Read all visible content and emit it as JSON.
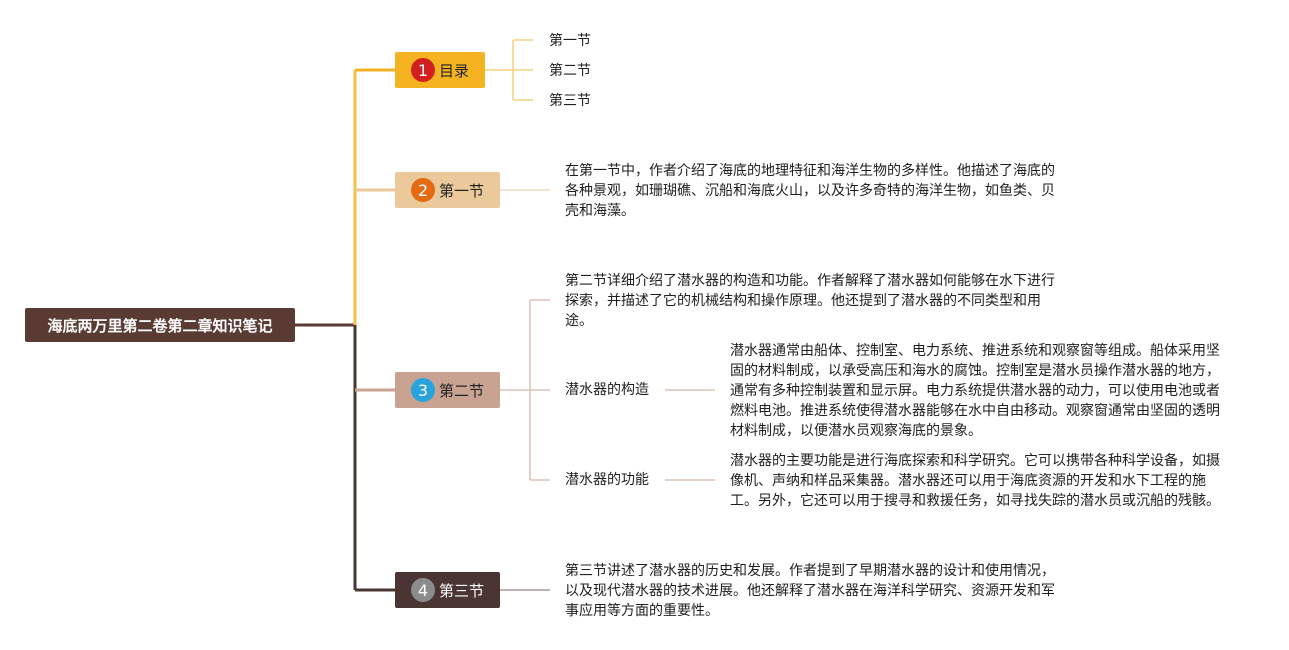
{
  "root": {
    "title": "海底两万里第二卷第二章知识笔记"
  },
  "branches": [
    {
      "badge": "1",
      "label": "目录",
      "color": "#f6b321",
      "children": [
        "第一节",
        "第二节",
        "第三节"
      ]
    },
    {
      "badge": "2",
      "label": "第一节",
      "color": "#ecc99a",
      "text": "在第一节中，作者介绍了海底的地理特征和海洋生物的多样性。他描述了海底的各种景观，如珊瑚礁、沉船和海底火山，以及许多奇特的海洋生物，如鱼类、贝壳和海藻。"
    },
    {
      "badge": "3",
      "label": "第二节",
      "color": "#c9a392",
      "text": "第二节详细介绍了潜水器的构造和功能。作者解释了潜水器如何能够在水下进行探索，并描述了它的机械结构和操作原理。他还提到了潜水器的不同类型和用途。",
      "subs": [
        {
          "label": "潜水器的构造",
          "text": "潜水器通常由船体、控制室、电力系统、推进系统和观察窗等组成。船体采用坚固的材料制成，以承受高压和海水的腐蚀。控制室是潜水员操作潜水器的地方，通常有多种控制装置和显示屏。电力系统提供潜水器的动力，可以使用电池或者燃料电池。推进系统使得潜水器能够在水中自由移动。观察窗通常由坚固的透明材料制成，以便潜水员观察海底的景象。"
        },
        {
          "label": "潜水器的功能",
          "text": "潜水器的主要功能是进行海底探索和科学研究。它可以携带各种科学设备，如摄像机、声纳和样品采集器。潜水器还可以用于海底资源的开发和水下工程的施工。另外，它还可以用于搜寻和救援任务，如寻找失踪的潜水员或沉船的残骸。"
        }
      ]
    },
    {
      "badge": "4",
      "label": "第三节",
      "color": "#4a3533",
      "text": "第三节讲述了潜水器的历史和发展。作者提到了早期潜水器的设计和使用情况，以及现代潜水器的技术进展。他还解释了潜水器在海洋科学研究、资源开发和军事应用等方面的重要性。"
    }
  ]
}
